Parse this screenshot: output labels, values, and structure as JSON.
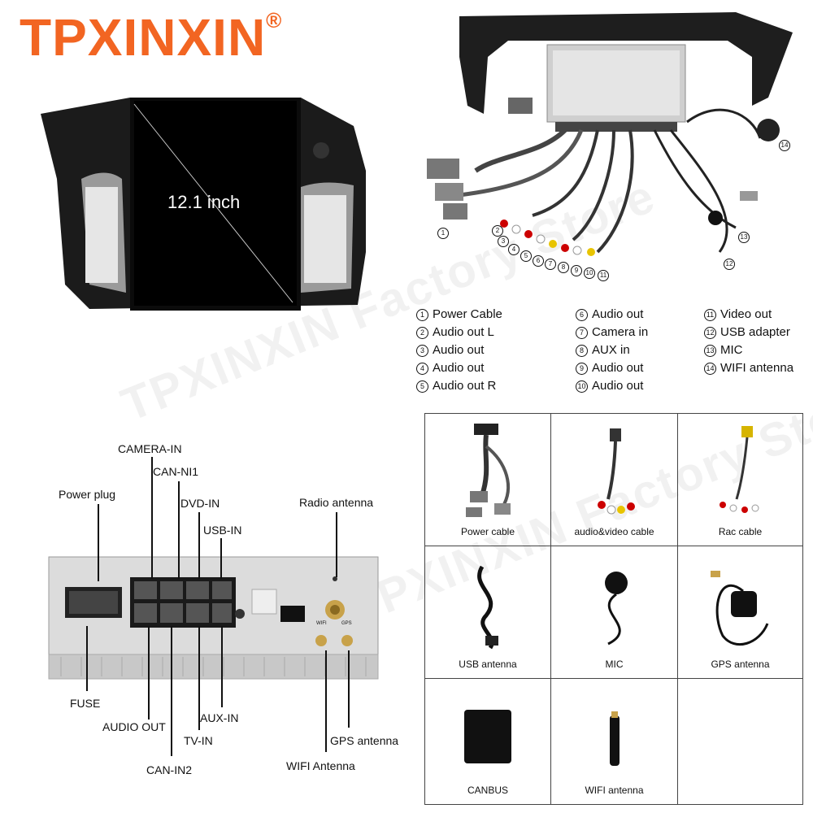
{
  "brand": {
    "name": "TPXINXIN",
    "mark": "®",
    "color": "#f26522"
  },
  "watermark": "TPXINXIN Factory Store",
  "screen_size_label": "12.1 inch",
  "legend": {
    "col1": [
      {
        "n": "1",
        "label": "Power Cable"
      },
      {
        "n": "2",
        "label": "Audio out L"
      },
      {
        "n": "3",
        "label": "Audio out"
      },
      {
        "n": "4",
        "label": "Audio out"
      },
      {
        "n": "5",
        "label": "Audio out R"
      }
    ],
    "col2": [
      {
        "n": "6",
        "label": "Audio out"
      },
      {
        "n": "7",
        "label": "Camera in"
      },
      {
        "n": "8",
        "label": "AUX in"
      },
      {
        "n": "9",
        "label": "Audio out"
      },
      {
        "n": "10",
        "label": "Audio out"
      }
    ],
    "col3": [
      {
        "n": "11",
        "label": "Video out"
      },
      {
        "n": "12",
        "label": "USB adapter"
      },
      {
        "n": "13",
        "label": "MIC"
      },
      {
        "n": "14",
        "label": "WIFI antenna"
      }
    ]
  },
  "wire_numbers": [
    "1",
    "2",
    "3",
    "4",
    "5",
    "6",
    "7",
    "8",
    "9",
    "10",
    "11",
    "12",
    "13",
    "14"
  ],
  "callouts": {
    "camera_in": "CAMERA-IN",
    "can_ni1": "CAN-NI1",
    "power_plug": "Power plug",
    "dvd_in": "DVD-IN",
    "radio_antenna": "Radio antenna",
    "usb_in": "USB-IN",
    "fuse": "FUSE",
    "aux_in": "AUX-IN",
    "audio_out": "AUDIO OUT",
    "tv_in": "TV-IN",
    "gps_antenna": "GPS antenna",
    "can_in2": "CAN-IN2",
    "wifi_antenna": "WIFI Antenna"
  },
  "back_panel_small": {
    "wifi": "WIFI",
    "gps": "GPS"
  },
  "accessories": [
    {
      "label": "Power cable"
    },
    {
      "label": "audio&video cable"
    },
    {
      "label": "Rac cable"
    },
    {
      "label": "USB antenna"
    },
    {
      "label": "MIC"
    },
    {
      "label": "GPS antenna"
    },
    {
      "label": "CANBUS"
    },
    {
      "label": "WIFI antenna"
    }
  ]
}
